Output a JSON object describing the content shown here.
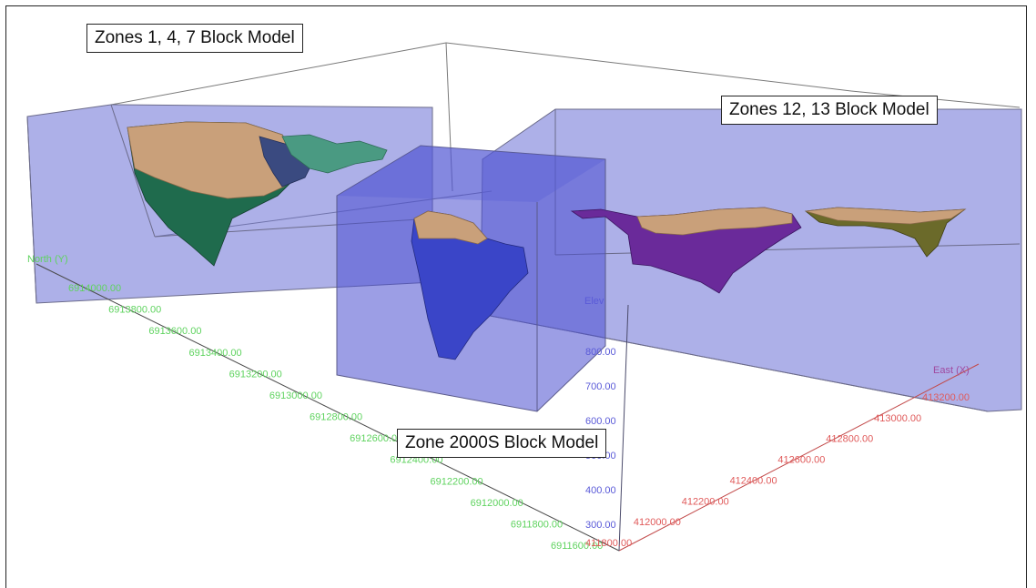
{
  "callouts": {
    "zones_147": "Zones 1, 4, 7 Block Model",
    "zones_1213": "Zones 12, 13 Block Model",
    "zone_2000s": "Zone 2000S Block Model"
  },
  "axes": {
    "north": {
      "label": "North (Y)",
      "color": "#5fd35f",
      "ticks": [
        "6914000.00",
        "6913800.00",
        "6913600.00",
        "6913400.00",
        "6913200.00",
        "6913000.00",
        "6912800.00",
        "6912600.00",
        "6912400.00",
        "6912200.00",
        "6912000.00",
        "6911800.00",
        "6911600.00"
      ]
    },
    "east": {
      "label": "East (X)",
      "color": "#e05a5a",
      "ticks": [
        "411800.00",
        "412000.00",
        "412200.00",
        "412400.00",
        "412600.00",
        "412800.00",
        "413000.00",
        "413200.00"
      ]
    },
    "elev": {
      "label": "Elev",
      "color": "#5a5ad8",
      "ticks": [
        "300.00",
        "400.00",
        "500.00",
        "600.00",
        "700.00",
        "800.00"
      ]
    }
  },
  "colors": {
    "block_fill": "#6a6fd6",
    "block_edge": "#6b6b8a",
    "orebody_tan": "#c9a07a",
    "orebody_green": "#1f6b4d",
    "orebody_teal": "#4a9a82",
    "orebody_blue": "#3a45c8",
    "orebody_purple": "#6a2a9a",
    "orebody_olive": "#6b6a2a"
  }
}
